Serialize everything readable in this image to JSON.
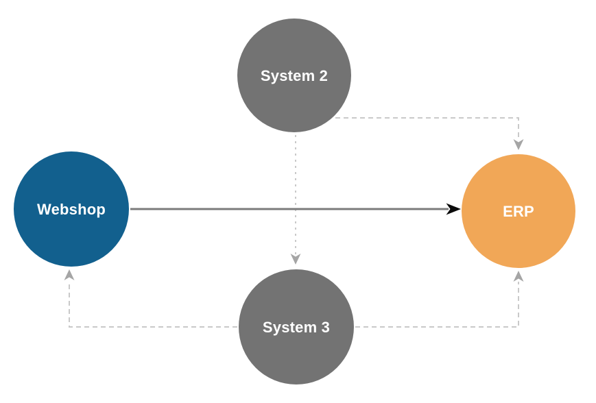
{
  "diagram": {
    "background_color": "#ffffff",
    "nodes": [
      {
        "id": "webshop",
        "label": "Webshop",
        "color": "#12608E",
        "text_color": "#ffffff",
        "shape": "circle"
      },
      {
        "id": "system2",
        "label": "System 2",
        "color": "#737373",
        "text_color": "#ffffff",
        "shape": "circle"
      },
      {
        "id": "system3",
        "label": "System 3",
        "color": "#737373",
        "text_color": "#ffffff",
        "shape": "circle"
      },
      {
        "id": "erp",
        "label": "ERP",
        "color": "#F1A757",
        "text_color": "#ffffff",
        "shape": "circle"
      }
    ],
    "edges": [
      {
        "from": "Webshop",
        "to": "ERP",
        "style": "solid",
        "color": "#7B7B7B",
        "arrow_color": "#0B0B0B"
      },
      {
        "from": "System 2",
        "to": "System 3",
        "style": "dashed",
        "color": "#C9C9C9",
        "arrow_color": "#A5A5A5"
      },
      {
        "from": "System 2",
        "to": "ERP",
        "style": "dashed",
        "color": "#C9C9C9",
        "arrow_color": "#A5A5A5"
      },
      {
        "from": "System 3",
        "to": "ERP",
        "style": "dashed",
        "color": "#C9C9C9",
        "arrow_color": "#A5A5A5"
      },
      {
        "from": "System 3",
        "to": "Webshop",
        "style": "dashed",
        "color": "#C9C9C9",
        "arrow_color": "#A5A5A5"
      }
    ]
  }
}
